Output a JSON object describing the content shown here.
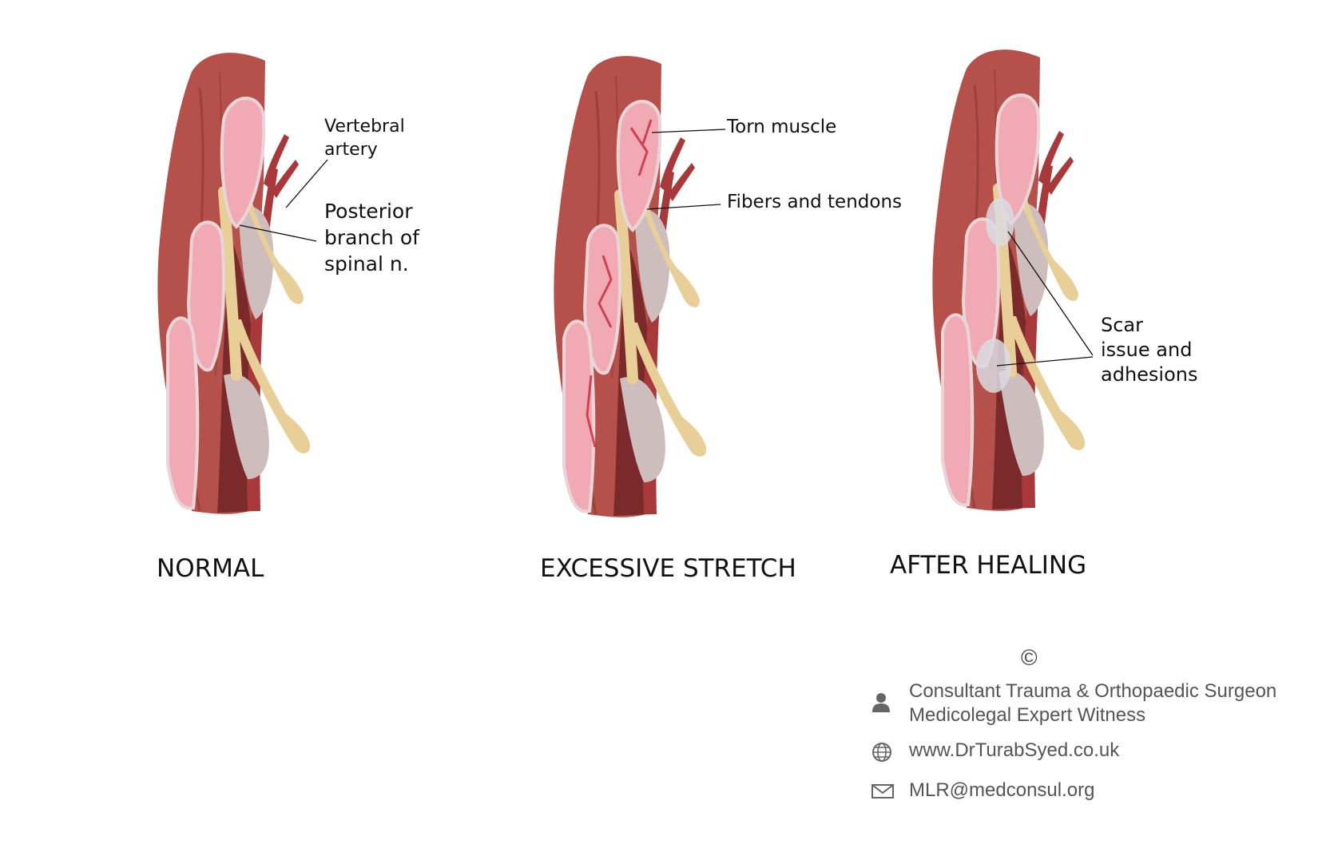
{
  "panels": [
    {
      "title": "NORMAL"
    },
    {
      "title": "EXCESSIVE STRETCH"
    },
    {
      "title": "AFTER HEALING"
    }
  ],
  "labels": {
    "vertebral_artery": [
      "Vertebral",
      "artery"
    ],
    "posterior_branch": [
      "Posterior",
      "branch of",
      "spinal n."
    ],
    "torn_muscle": "Torn muscle",
    "fibers_tendons": "Fibers and tendons",
    "scar": [
      "Scar",
      "issue and",
      "adhesions"
    ]
  },
  "footer": {
    "copyright": "©",
    "role_line1": "Consultant Trauma & Orthopaedic Surgeon",
    "role_line2": "Medicolegal Expert Witness",
    "website": "www.DrTurabSyed.co.uk",
    "email": "MLR@medconsul.org"
  },
  "colors": {
    "muscle": "#b5514a",
    "muscle_dark": "#8f3431",
    "muscle_pink": "#f1aab4",
    "tendon": "#e8cf98",
    "artery": "#a8383a",
    "nerve_sheath": "#cdbdbd",
    "scar": "#d9dbe0"
  }
}
